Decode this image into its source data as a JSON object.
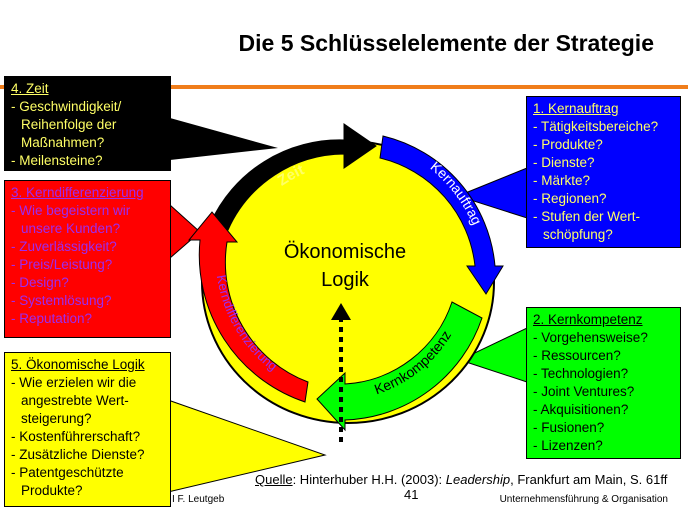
{
  "slide": {
    "title": "Die 5 Schlüsselelemente der Strategie",
    "center_text_line1": "Ökonomische",
    "center_text_line2": "Logik",
    "arrows": {
      "zeit": "Zeit",
      "kernauftrag": "Kernauftrag",
      "kernkompetenz": "Kernkompetenz",
      "kerndifferenzierung": "Kerndifferenzierung"
    },
    "colors": {
      "accent_bar": "#f07d1a",
      "circle": "#ffff00",
      "zeit": "#000000",
      "kernauftrag": "#0000ff",
      "kernkompetenz": "#00ff00",
      "kerndifferenzierung": "#ff0000"
    }
  },
  "boxes": {
    "zeit": {
      "header": "4. Zeit",
      "items": [
        "Geschwindigkeit/ Reihenfolge der Maßnahmen?",
        "Meilensteine?"
      ]
    },
    "kernauftrag": {
      "header": "1. Kernauftrag",
      "items": [
        "Tätigkeitsbereiche?",
        "Produkte?",
        "Dienste?",
        "Märkte?",
        "Regionen?",
        "Stufen der Wert-schöpfung?"
      ]
    },
    "kerndifferenzierung": {
      "header": "3. Kerndifferenzierung",
      "items": [
        "Wie begeistern wir unsere Kunden?",
        "Zuverlässigkeit?",
        "Preis/Leistung?",
        "Design?",
        "Systemlösung?",
        "Reputation?"
      ]
    },
    "kernkompetenz": {
      "header": "2. Kernkompetenz",
      "items": [
        "Vorgehensweise?",
        "Ressourcen?",
        "Technologien?",
        "Joint Ventures?",
        "Akquisitionen?",
        "Fusionen?",
        "Lizenzen?"
      ]
    },
    "logik": {
      "header": "5. Ökonomische Logik",
      "items": [
        "Wie erzielen wir die angestrebte Wert-steigerung?",
        "Kostenführerschaft?",
        "Zusätzliche Dienste?",
        "Patentgeschützte Produkte?"
      ]
    }
  },
  "footer": {
    "source_label": "Quelle",
    "source_pre": ": Hinterhuber H.H. (2003): ",
    "source_italic": "Leadership",
    "source_post": ", Frankfurt am Main, S. 61ff",
    "page_number": "41",
    "author": "I F. Leutgeb",
    "course": "Unternehmensführung & Organisation"
  }
}
